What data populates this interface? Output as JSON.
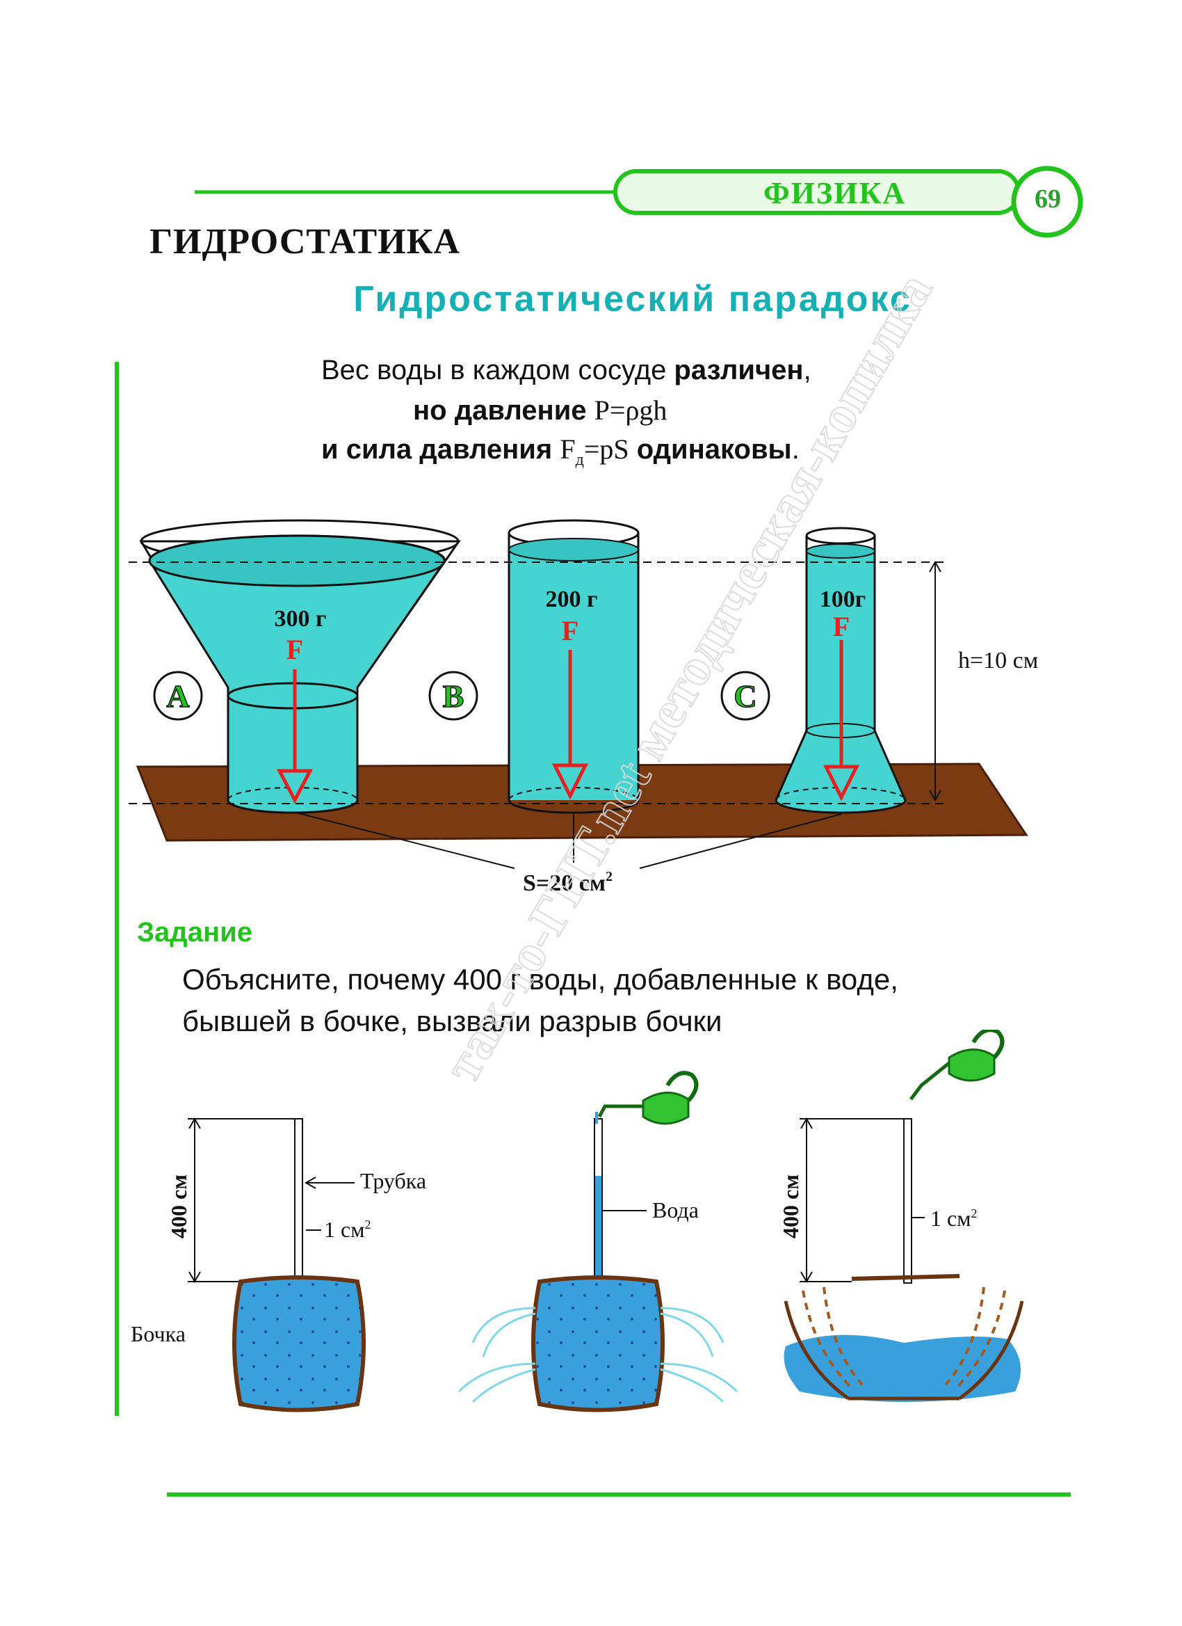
{
  "header": {
    "label": "ФИЗИКА",
    "page_number": "69"
  },
  "section_title": "ГИДРОСТАТИКА",
  "topic_title": "Гидростатический парадокс",
  "statement": {
    "line1_normal": "Вес воды в каждом сосуде ",
    "line1_bold": "различен",
    "line1_end": ",",
    "line2_bold": "но давление ",
    "line2_formula": "P=ρgh",
    "line3_bold": "и сила давления ",
    "line3_formula_F": "F",
    "line3_formula_sub": "д",
    "line3_formula_rest": "=pS",
    "line3_bold_end": " одинаковы",
    "line3_end": "."
  },
  "vessels": [
    {
      "letter": "A",
      "mass": "300 г",
      "force": "F"
    },
    {
      "letter": "B",
      "mass": "200 г",
      "force": "F"
    },
    {
      "letter": "C",
      "mass": "100г",
      "force": "F"
    }
  ],
  "height_label": "h=10 см",
  "area_label_main": "S=20 см",
  "area_label_sup": "2",
  "task": {
    "heading": "Задание",
    "line1": "Объясните, почему 400 г воды, добавленные к воде,",
    "line2": "бывшей в бочке, вызвали разрыв бочки"
  },
  "barrel_labels": {
    "height": "400 см",
    "tube": "Трубка",
    "tube_area_main": "1 см",
    "tube_area_sup": "2",
    "barrel": "Бочка",
    "water": "Вода"
  },
  "colors": {
    "green": "#22c41c",
    "teal_title": "#14b0b4",
    "water_light": "#45d4d0",
    "water_barrel": "#3aa0dc",
    "table_brown": "#7a3a12",
    "arrow_red": "#e82020"
  },
  "watermark": "так-то-ГНТ.net  методическая-копилка"
}
